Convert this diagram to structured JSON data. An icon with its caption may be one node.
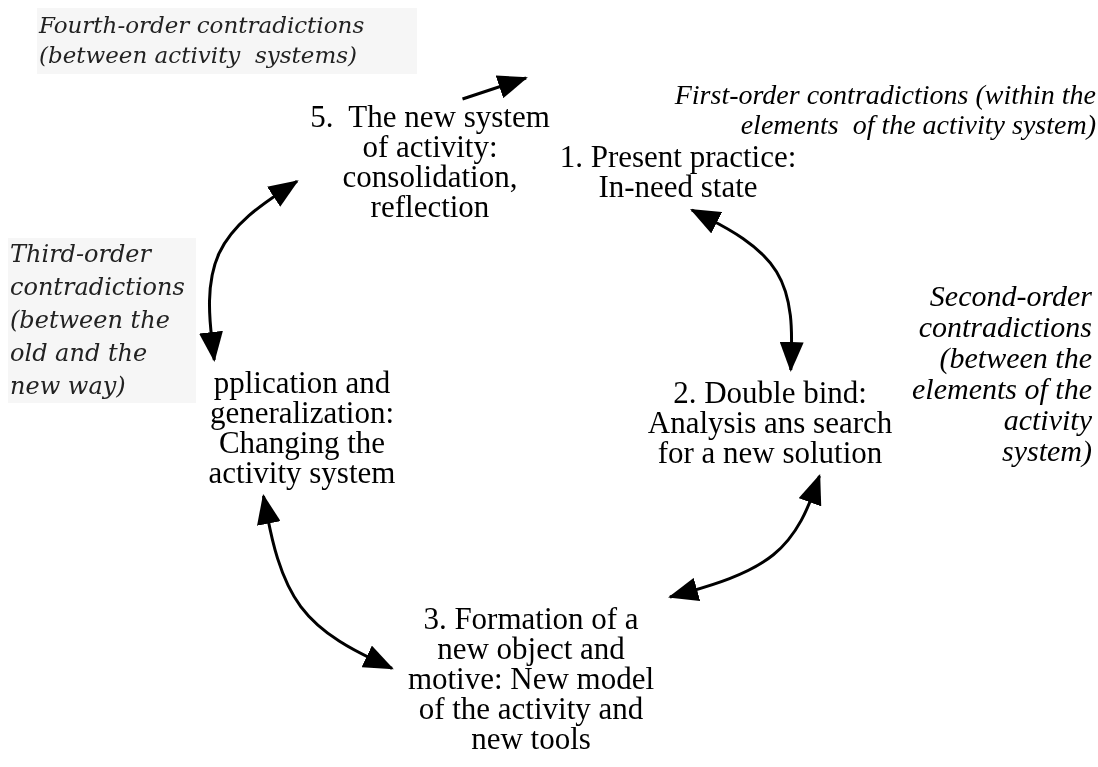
{
  "diagram": {
    "nodes": [
      {
        "text": [
          "5.  The new system of activity: consolidation, reflection"
        ]
      },
      {
        "text": [
          "1. Present practice: In-need state"
        ]
      },
      {
        "text": [
          "2. Double bind: Analysis ans search for a new solution"
        ]
      },
      {
        "text": [
          "3. Formation of a new object and motive: New model of the activity and new tools"
        ]
      },
      {
        "text": [
          "pplication and generalization: Changing the activity system"
        ]
      }
    ],
    "edges": [
      {
        "from": 1,
        "to": 2,
        "arrow": "both"
      },
      {
        "from": 2,
        "to": 3,
        "arrow": "both"
      },
      {
        "from": 3,
        "to": 4,
        "arrow": "both"
      },
      {
        "from": 4,
        "to": 0,
        "arrow": "both"
      },
      {
        "from": 0,
        "to": null,
        "arrow": "to"
      }
    ],
    "labels": [
      "Fourth-order contradictions (between activity  systems)",
      "First-order contradictions (within the elements  of the activity system)",
      "Third-order contradictions (between the old and the new way)",
      "Second-order contradictions (between the elements of the activity system)"
    ]
  }
}
